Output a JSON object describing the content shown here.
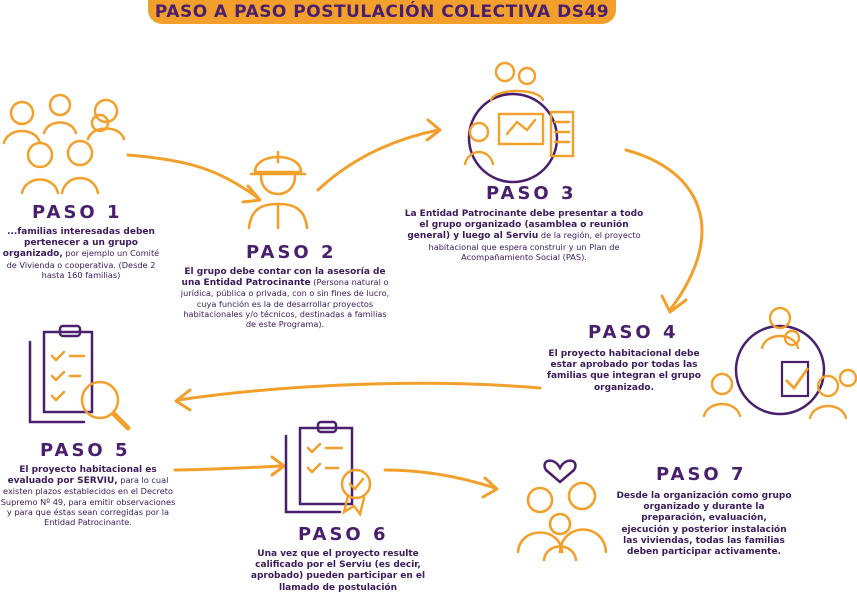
{
  "banner": "PASO A PASO POSTULACIÓN COLECTIVA DS49",
  "steps": [
    {
      "title": "PASO 1",
      "bold": "...familias interesadas deben pertenecer a un grupo organizado,",
      "text": " por ejemplo un Comité de Vivienda o cooperativa. (Desde 2 hasta 160 familias)"
    },
    {
      "title": "PASO 2",
      "bold": "El grupo debe contar con la asesoría de una Entidad Patrocinante",
      "text": " (Persona natural o jurídica, pública o privada, con o sin fines de lucro, cuya función es la de desarrollar proyectos habitacionales y/o técnicos, destinadas a familias de este Programa)."
    },
    {
      "title": "PASO 3",
      "bold": "La Entidad Patrocinante debe presentar a todo el grupo organizado (asamblea o reunión general) y luego al Serviu",
      "text": " de la región, el proyecto habitacional que espera construir y un Plan de Acompañamiento Social (PAS)."
    },
    {
      "title": "PASO 4",
      "bold": "El proyecto habitacional debe estar aprobado por todas las familias que integran el grupo organizado.",
      "text": ""
    },
    {
      "title": "PASO 5",
      "bold": "El proyecto habitacional es evaluado por SERVIU,",
      "text": " para lo cual existen plazos establecidos en el Decreto Supremo Nº 49, para emitir observaciones y para que éstas sean corregidas por la Entidad Patrocinante."
    },
    {
      "title": "PASO 6",
      "bold": "Una vez que el proyecto resulte calificado por el Serviu (es decir, aprobado) pueden participar en el llamado de postulación",
      "text": ""
    },
    {
      "title": "PASO 7",
      "bold": "Desde la organización como grupo organizado y durante la preparación, evaluación, ejecución y posterior instalación las viviendas, todas las familias deben participar activamente.",
      "text": ""
    }
  ],
  "colors": {
    "accent": "#f2a02b",
    "ink": "#4a1f6e"
  }
}
